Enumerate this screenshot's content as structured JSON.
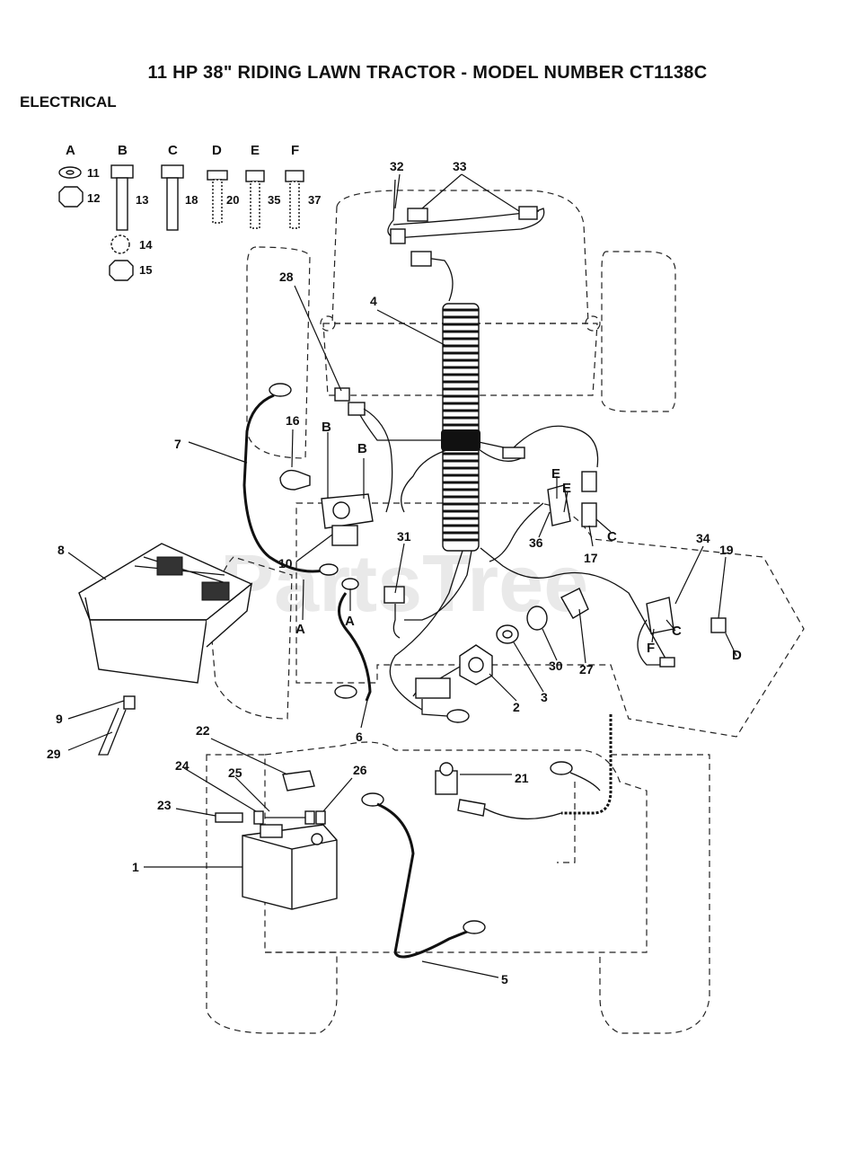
{
  "header": {
    "title": "11 HP 38\" RIDING LAWN TRACTOR - MODEL NUMBER CT1138C",
    "section": "ELECTRICAL"
  },
  "watermark": "PartsTree",
  "hardware": {
    "columns": [
      "A",
      "B",
      "C",
      "D",
      "E",
      "F"
    ],
    "numbers": [
      "11",
      "12",
      "13",
      "14",
      "15",
      "18",
      "20",
      "35",
      "37"
    ]
  },
  "callouts": [
    "1",
    "2",
    "3",
    "4",
    "5",
    "6",
    "7",
    "8",
    "9",
    "10",
    "16",
    "17",
    "19",
    "21",
    "22",
    "23",
    "24",
    "25",
    "26",
    "27",
    "28",
    "29",
    "30",
    "31",
    "32",
    "33",
    "34",
    "36"
  ],
  "ref_letters": [
    "A",
    "A",
    "B",
    "B",
    "C",
    "C",
    "D",
    "E",
    "E",
    "F"
  ]
}
